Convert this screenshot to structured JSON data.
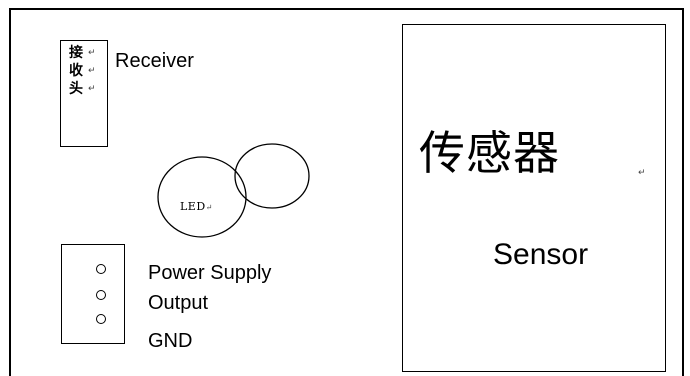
{
  "receiver": {
    "cn_chars": [
      "接",
      "收",
      "头"
    ],
    "label": "Receiver"
  },
  "led": {
    "label": "LED"
  },
  "connector": {
    "pins": [
      {
        "label": "Power Supply"
      },
      {
        "label": "Output"
      },
      {
        "label": "GND"
      }
    ]
  },
  "sensor": {
    "cn_label": "传感器",
    "label": "Sensor"
  },
  "marks": {
    "return_symbol": "↵"
  }
}
